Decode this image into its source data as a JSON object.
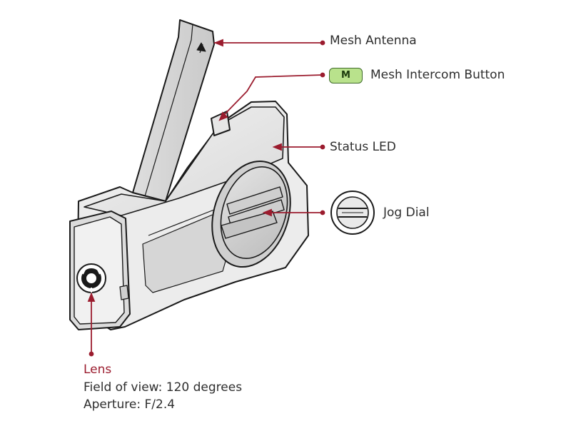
{
  "labels": {
    "mesh_antenna": "Mesh Antenna",
    "mesh_intercom_button": "Mesh Intercom Button",
    "mesh_button_badge": "M",
    "status_led": "Status LED",
    "jog_dial": "Jog Dial",
    "lens_title": "Lens",
    "lens_fov": "Field of view: 120 degrees",
    "lens_aperture": "Aperture: F/2.4"
  },
  "colors": {
    "callout": "#9b1c2e",
    "badge_fill": "#b9e28c",
    "badge_border": "#3f6b2a",
    "device_outline": "#1a1a1a",
    "device_fill": "#e7e7e7"
  }
}
